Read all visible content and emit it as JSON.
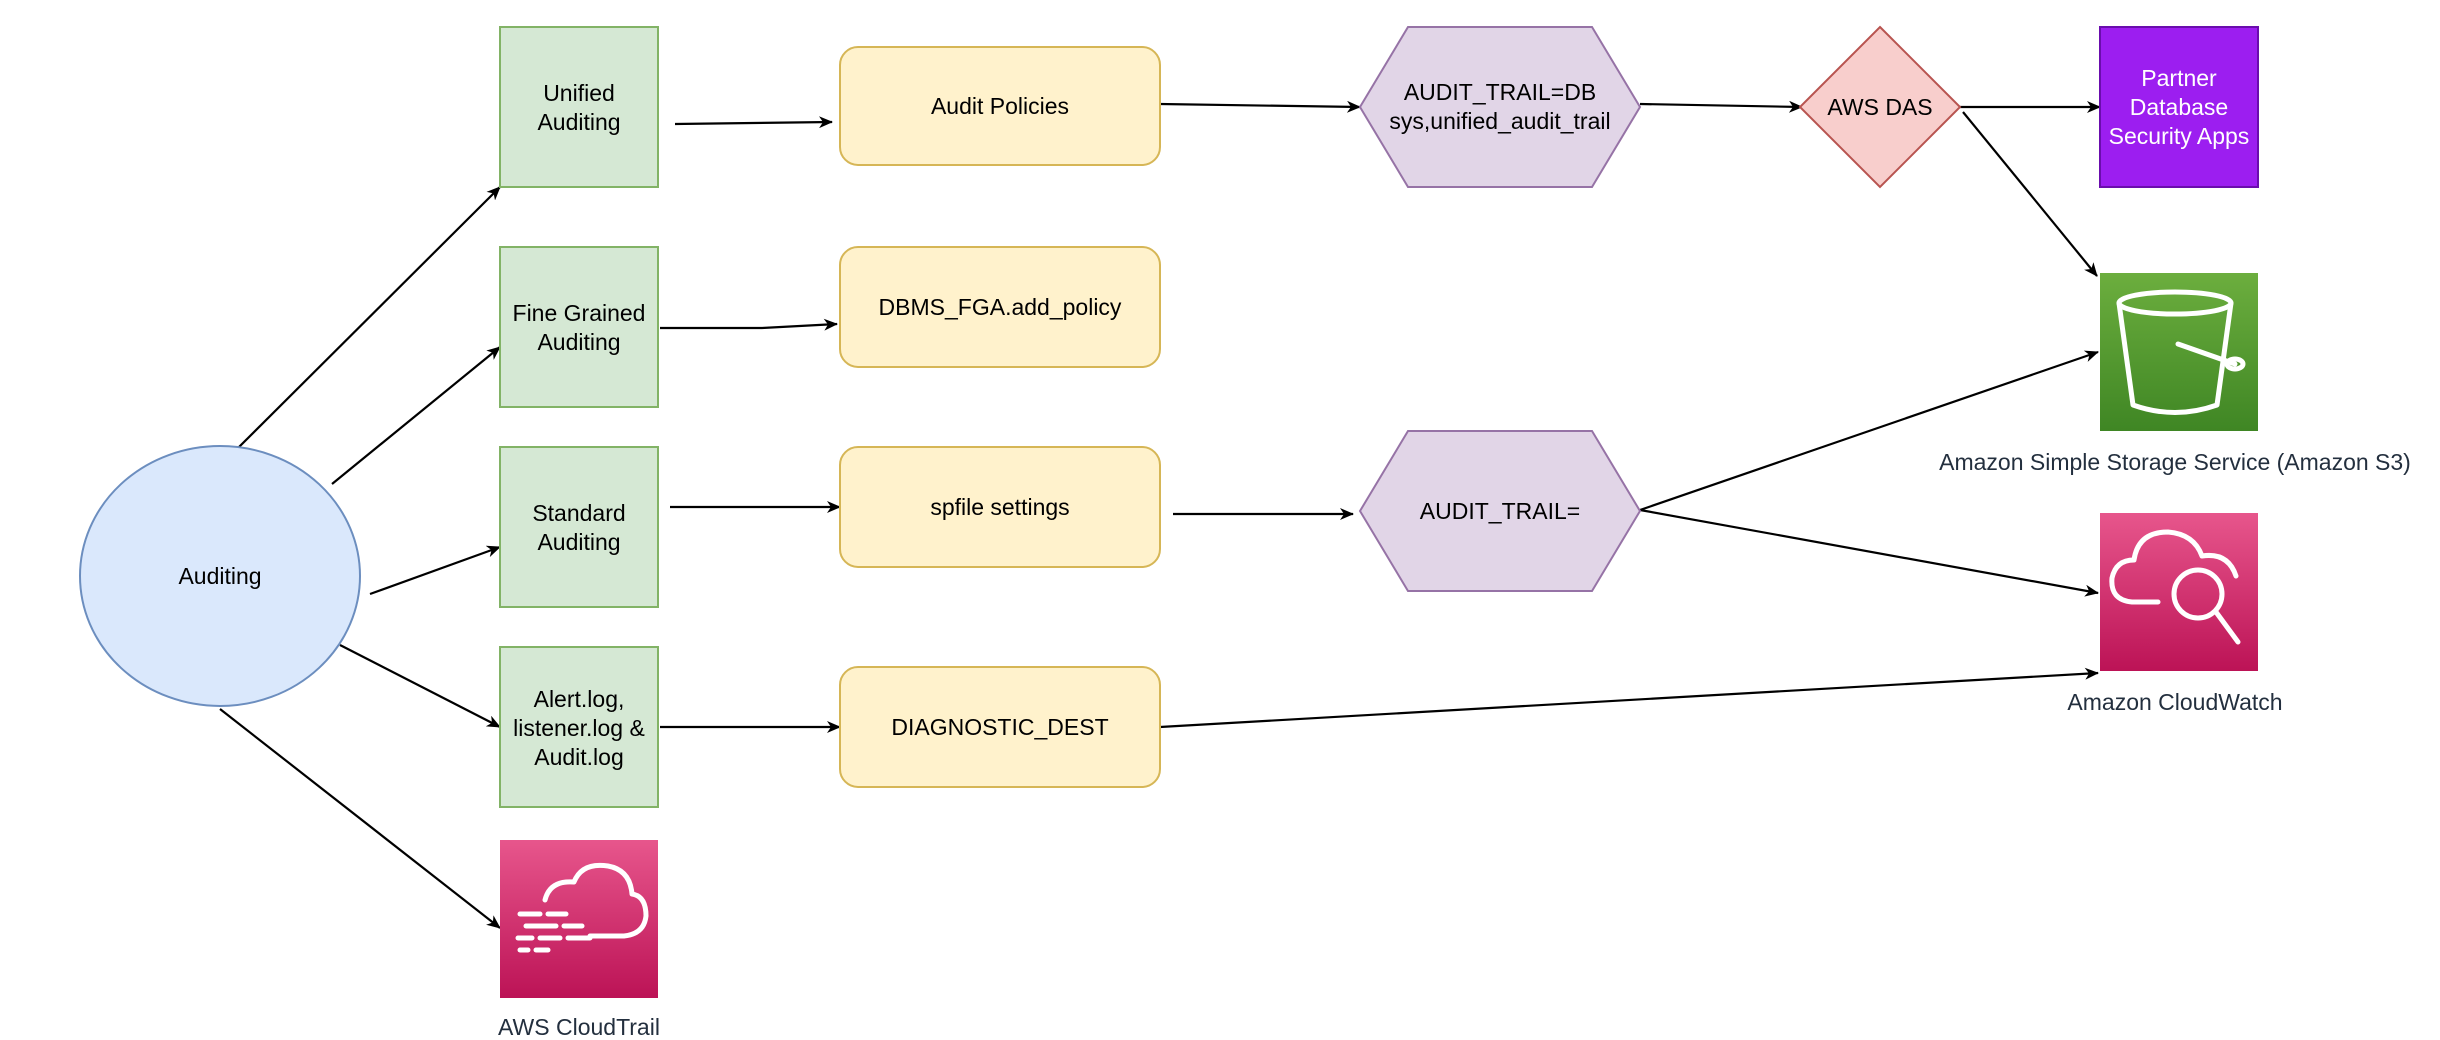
{
  "auditing": {
    "label": "Auditing"
  },
  "methods": [
    {
      "lines": [
        "Unified",
        "Auditing"
      ]
    },
    {
      "lines": [
        "Fine Grained",
        "Auditing"
      ]
    },
    {
      "lines": [
        "Standard",
        "Auditing"
      ]
    },
    {
      "lines": [
        "Alert.log,",
        "listener.log &",
        "Audit.log"
      ]
    }
  ],
  "configs": [
    {
      "label": "Audit Policies"
    },
    {
      "label": "DBMS_FGA.add_policy"
    },
    {
      "label": "spfile settings"
    },
    {
      "label": "DIAGNOSTIC_DEST"
    }
  ],
  "audit_trail_db": {
    "lines": [
      "AUDIT_TRAIL=DB",
      "sys,unified_audit_trail"
    ]
  },
  "audit_trail": {
    "label": "AUDIT_TRAIL="
  },
  "aws_das": {
    "label": "AWS DAS"
  },
  "partner": {
    "lines": [
      "Partner",
      "Database",
      "Security Apps"
    ]
  },
  "services": {
    "s3": {
      "label": "Amazon Simple Storage Service (Amazon S3)",
      "icon": "s3-bucket-icon"
    },
    "cloudwatch": {
      "label": "Amazon CloudWatch",
      "icon": "cloudwatch-icon"
    },
    "cloudtrail": {
      "label": "AWS CloudTrail",
      "icon": "cloudtrail-icon"
    }
  },
  "colors": {
    "auditing_fill": "#dae8fc",
    "auditing_stroke": "#6c8ebf",
    "method_fill": "#d5e8d4",
    "method_stroke": "#82b366",
    "config_fill": "#fff2cc",
    "config_stroke": "#d6b656",
    "hexagon_fill": "#e1d5e7",
    "hexagon_stroke": "#9673a6",
    "das_fill": "#f8cecc",
    "das_stroke": "#b85450",
    "partner_fill": "#9c1ef0",
    "s3_green": "#3f8624",
    "pink": "#c7245e"
  }
}
